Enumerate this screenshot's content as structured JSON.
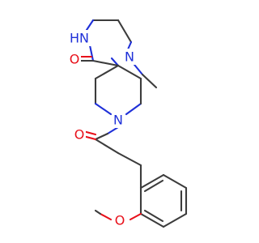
{
  "molecule": {
    "atom_labels": {
      "n_amide": "HN",
      "n_methyl": "N",
      "n_piperidine": "N",
      "o_lactam": "O",
      "o_ketone": "O",
      "o_methoxy": "O"
    },
    "colors": {
      "carbon_bond": "#3c3c3c",
      "nitrogen": "#1f30d8",
      "oxygen": "#e8101a",
      "background": "#ffffff"
    }
  }
}
